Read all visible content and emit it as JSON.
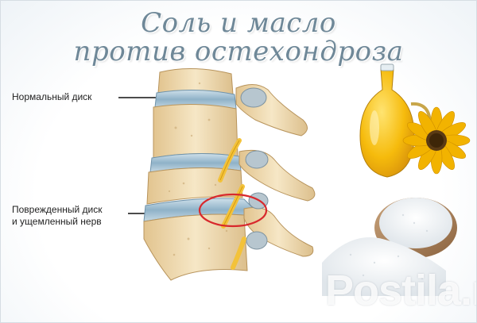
{
  "title": {
    "line1": "Соль и масло",
    "line2": "против остехондроза"
  },
  "labels": {
    "normal_disc": "Нормальный диск",
    "damaged_line1": "Поврежденный диск",
    "damaged_line2": "и ущемленный нерв"
  },
  "watermark": {
    "text": "Postila.ru"
  },
  "colors": {
    "title": "#6f8898",
    "highlight_circle": "#d8282c",
    "bone": "#efdcb3",
    "disc": "#a9c6d8",
    "nerve": "#f3c23a",
    "oil": "#f4b400"
  }
}
